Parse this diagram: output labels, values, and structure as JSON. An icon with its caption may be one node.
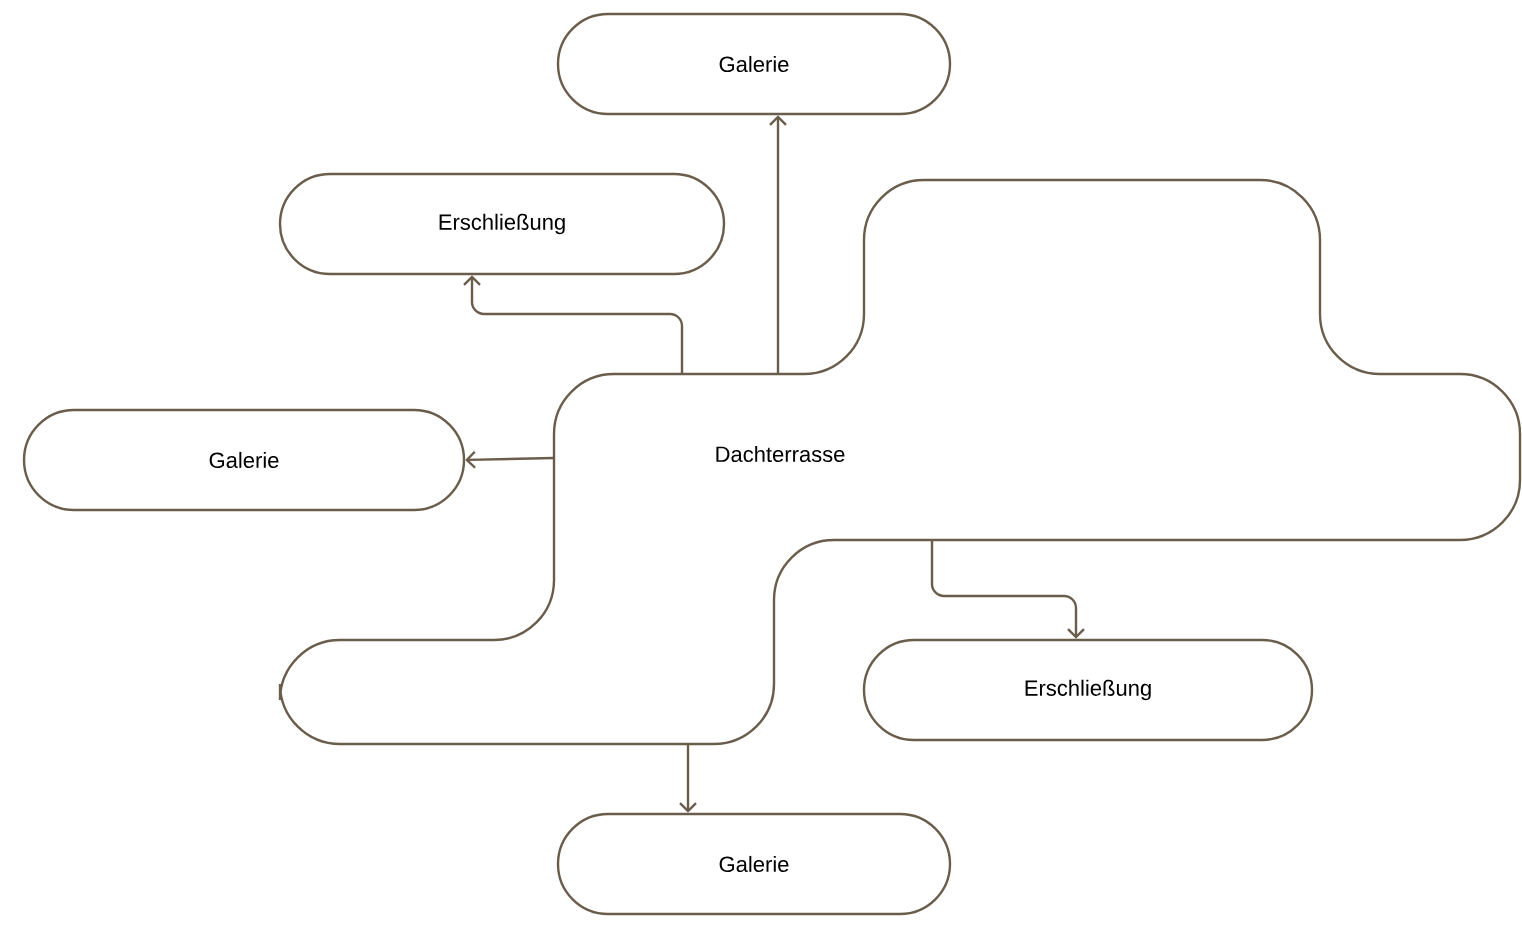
{
  "diagram": {
    "nodes": [
      {
        "text": [
          "Galerie"
        ]
      },
      {
        "text": [
          "Erschließung"
        ]
      },
      {
        "text": [
          "Galerie"
        ]
      },
      {
        "text": [
          "Dachterrasse"
        ]
      },
      {
        "text": [
          "Erschließung"
        ]
      },
      {
        "text": [
          "Galerie"
        ]
      }
    ],
    "edges": [
      {
        "from": 3,
        "to": 0,
        "arrow": "to"
      },
      {
        "from": 3,
        "to": 1,
        "arrow": "to"
      },
      {
        "from": 3,
        "to": 2,
        "arrow": "to"
      },
      {
        "from": 3,
        "to": 4,
        "arrow": "to"
      },
      {
        "from": 3,
        "to": 5,
        "arrow": "to"
      }
    ]
  }
}
